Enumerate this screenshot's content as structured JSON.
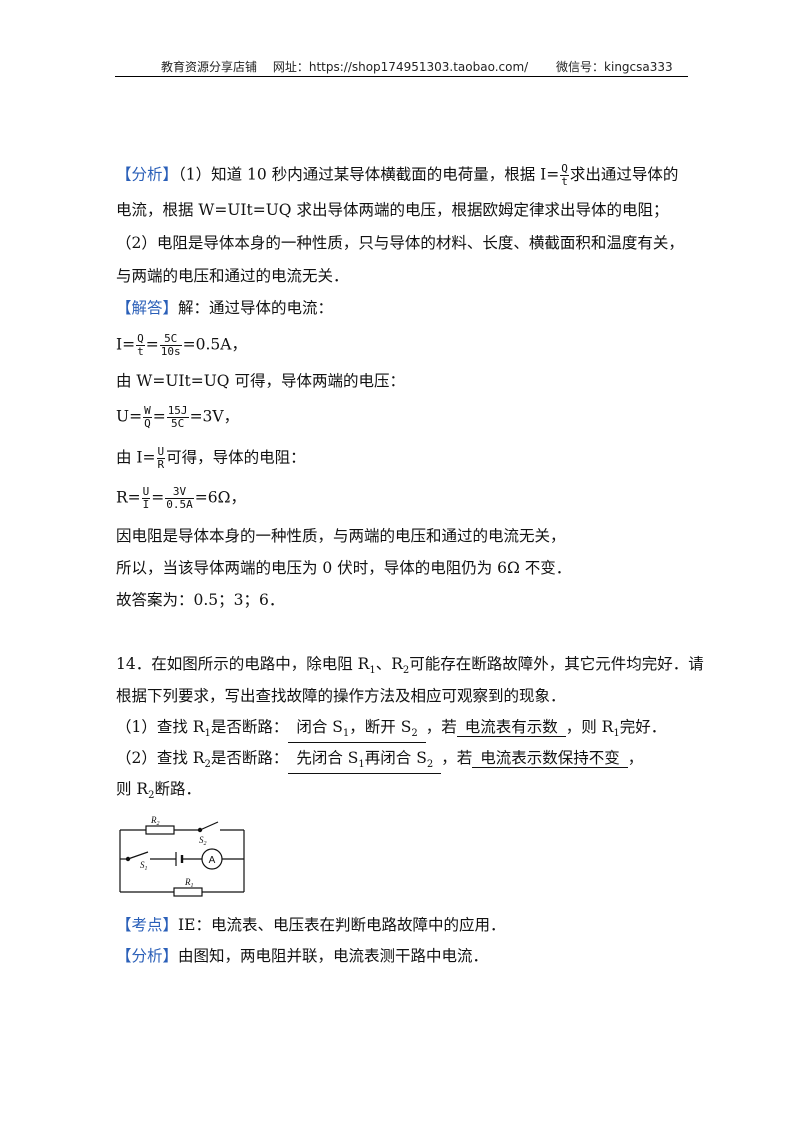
{
  "header": {
    "shop": "教育资源分享店铺",
    "url": "网址：https://shop174951303.taobao.com/",
    "wechat": "微信号：kingcsa333"
  },
  "tags": {
    "analysis": "【分析】",
    "answer": "【解答】",
    "point": "【考点】"
  },
  "q13": {
    "a1_pre": "（1）知道 10 秒内通过某导体横截面的电荷量，根据 I=",
    "a1_f_num": "Q",
    "a1_f_den": "t",
    "a1_post": "求出通过导体的",
    "a2": "电流，根据 W=UIt=UQ 求出导体两端的电压，根据欧姆定律求出导体的电阻；",
    "a3": "（2）电阻是导体本身的一种性质，只与导体的材料、长度、横截面积和温度有关，",
    "a4": "与两端的电压和通过的电流无关．",
    "s1": "解：通过导体的电流：",
    "s2_pre": "I=",
    "s2_f1_num": "Q",
    "s2_f1_den": "t",
    "s2_eq": "=",
    "s2_f2_num": "5C",
    "s2_f2_den": "10s",
    "s2_post": "=0.5A，",
    "s3": "由 W=UIt=UQ 可得，导体两端的电压：",
    "s4_pre": "U=",
    "s4_f1_num": "W",
    "s4_f1_den": "Q",
    "s4_eq": "=",
    "s4_f2_num": "15J",
    "s4_f2_den": "5C",
    "s4_post": "=3V，",
    "s5_pre": "由 I=",
    "s5_f_num": "U",
    "s5_f_den": "R",
    "s5_post": "可得，导体的电阻：",
    "s6_pre": "R=",
    "s6_f1_num": "U",
    "s6_f1_den": "I",
    "s6_eq": "=",
    "s6_f2_num": "3V",
    "s6_f2_den": "0.5A",
    "s6_post": "=6Ω，",
    "s7": "因电阻是导体本身的一种性质，与两端的电压和通过的电流无关，",
    "s8": "所以，当该导体两端的电压为 0 伏时，导体的电阻仍为 6Ω 不变．",
    "s9": "故答案为：0.5；3；6．"
  },
  "q14": {
    "l1_pre": "14．在如图所示的电路中，除电阻 R",
    "l1_sub1": "1",
    "l1_mid": "、R",
    "l1_sub2": "2",
    "l1_post": "可能存在断路故障外，其它元件均完好．请",
    "l2": "根据下列要求，写出查找故障的操作方法及相应可观察到的现象．",
    "l3_pre": "（1）查找 R",
    "l3_sub": "1",
    "l3_mid": "是否断路：",
    "l3_blank1_a": "闭合 S",
    "l3_blank1_s1": "1",
    "l3_blank1_b": "，断开 S",
    "l3_blank1_s2": "2",
    "l3_if": "，若",
    "l3_blank2": "电流表有示数",
    "l3_then": "，则 R",
    "l3_sub3": "1",
    "l3_end": "完好．",
    "l4_pre": "（2）查找 R",
    "l4_sub": "2",
    "l4_mid": "是否断路：",
    "l4_blank1_a": "先闭合 S",
    "l4_blank1_s1": "1",
    "l4_blank1_b": "再闭合 S",
    "l4_blank1_s2": "2",
    "l4_if": "，若",
    "l4_blank2": "电流表示数保持不变",
    "l4_end": "，",
    "l5_pre": "则 R",
    "l5_sub": "2",
    "l5_post": "断路．",
    "point": "IE：电流表、电压表在判断电路故障中的应用．",
    "analysis": "由图知，两电阻并联，电流表测干路中电流．"
  },
  "circuit": {
    "r2": "R",
    "r2_sub": "2",
    "s2": "S",
    "s2_sub": "2",
    "s1": "S",
    "s1_sub": "1",
    "ammeter": "A",
    "r1": "R",
    "r1_sub": "1"
  }
}
